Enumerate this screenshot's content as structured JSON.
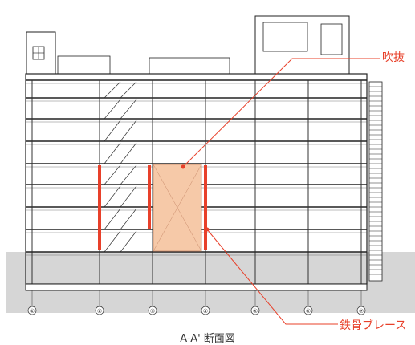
{
  "drawing": {
    "title": "A-A' 断面図",
    "callouts": {
      "atrium": "吹抜",
      "brace": "鉄骨ブレース"
    },
    "accent_color": "#e8402a",
    "brace_color": "#e8402a",
    "atrium_fill": "#f6c9a8",
    "grid_labels": [
      "①",
      "②",
      "③",
      "④",
      "⑤",
      "⑥",
      "⑦"
    ]
  }
}
